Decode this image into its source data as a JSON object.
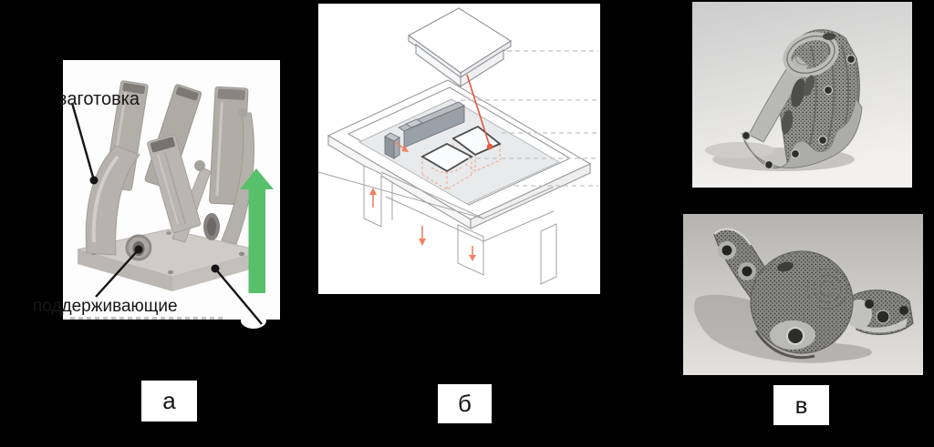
{
  "figure": {
    "panel_a": {
      "caption": "а",
      "label_workpiece": "заготовка",
      "label_supports": "поддерживающие"
    },
    "panel_b": {
      "caption": "б"
    },
    "panel_v": {
      "caption": "в"
    }
  },
  "colors": {
    "canvas_background": "#000000",
    "photo_background": "#fdfdfd",
    "build_direction_green": "#58bf6b",
    "laser_red": "#e8563c",
    "motion_arrow_orange": "#ef8064",
    "callout_dash_gray": "#cbcbcb",
    "diagram_line_gray": "#9a9a9a",
    "metal_gray": "#b3b0ab"
  }
}
